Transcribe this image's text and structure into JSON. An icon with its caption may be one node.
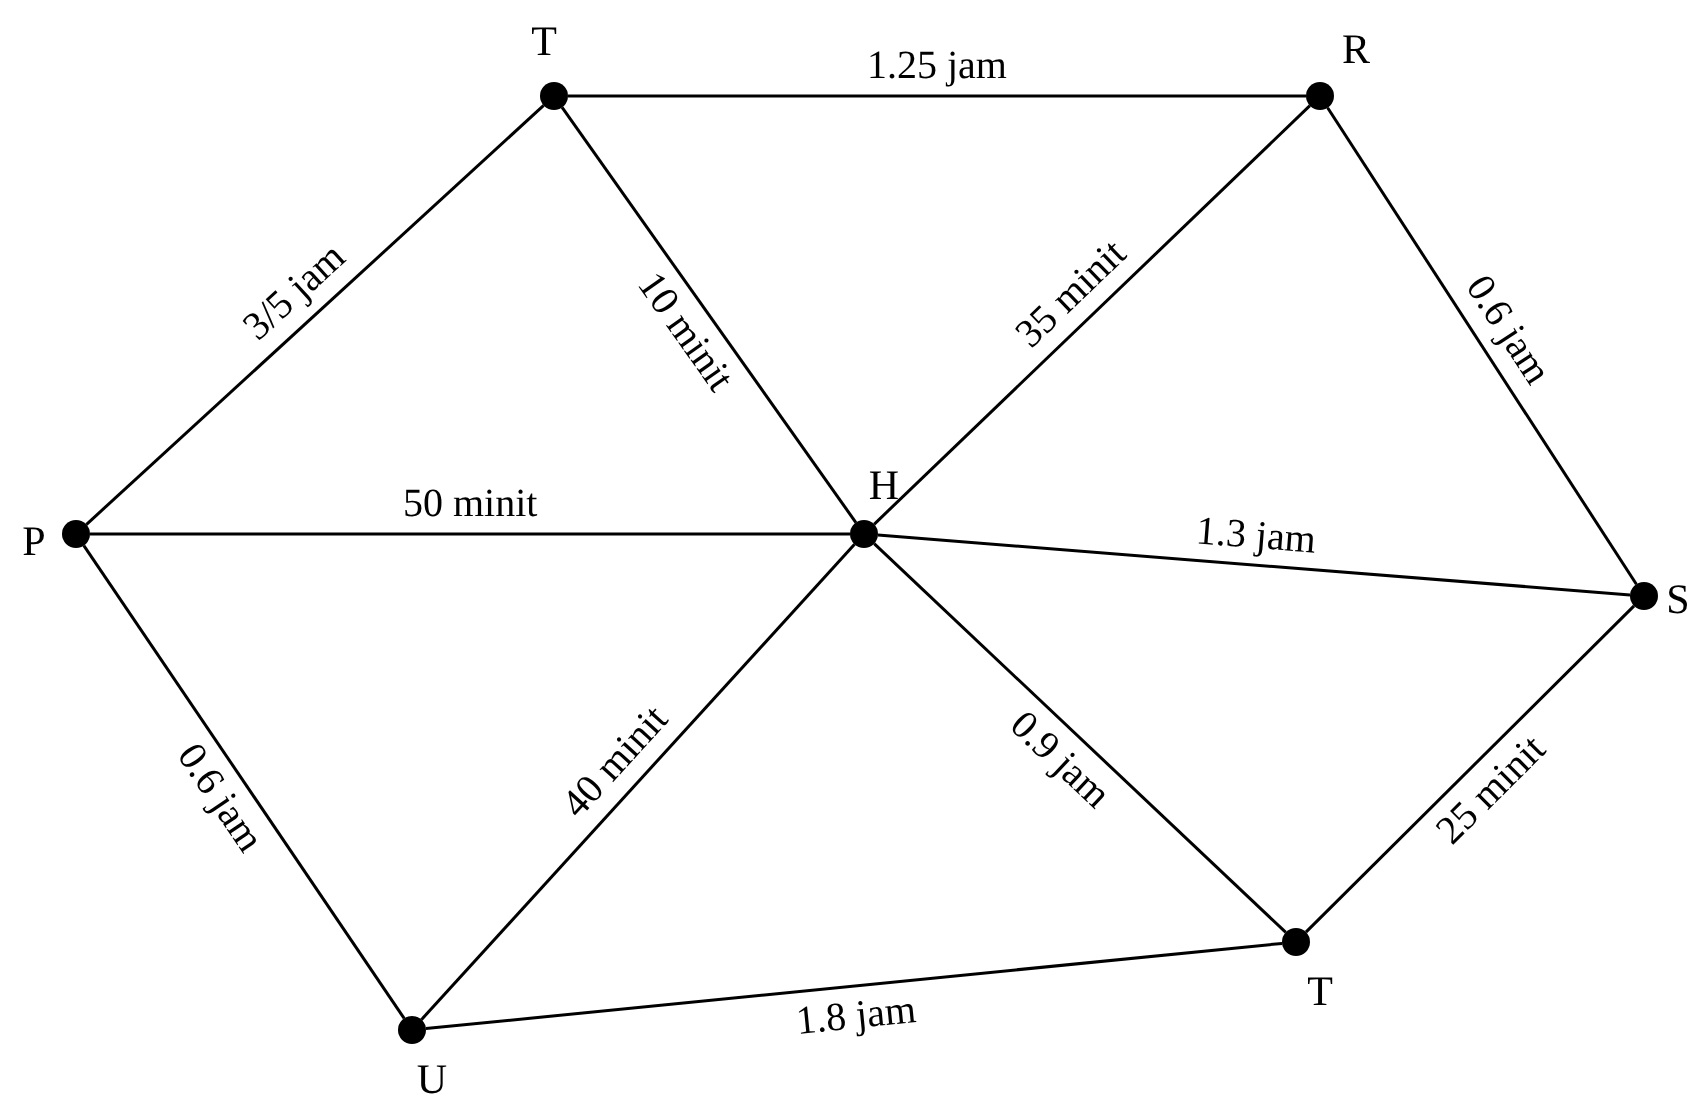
{
  "diagram": {
    "nodes": [
      {
        "text": [
          "T"
        ]
      },
      {
        "text": [
          "R"
        ]
      },
      {
        "text": [
          "P"
        ]
      },
      {
        "text": [
          "H"
        ]
      },
      {
        "text": [
          "S"
        ]
      },
      {
        "text": [
          "U"
        ]
      },
      {
        "text": [
          "T"
        ]
      }
    ],
    "edges": [
      {
        "from": 0,
        "to": 1,
        "arrow": "none",
        "label": "1.25 jam"
      },
      {
        "from": 2,
        "to": 0,
        "arrow": "none",
        "label": "3/5 jam"
      },
      {
        "from": 0,
        "to": 3,
        "arrow": "none",
        "label": "10 minit"
      },
      {
        "from": 3,
        "to": 1,
        "arrow": "none",
        "label": "35 minit"
      },
      {
        "from": 1,
        "to": 4,
        "arrow": "none",
        "label": "0.6 jam"
      },
      {
        "from": 2,
        "to": 3,
        "arrow": "none",
        "label": "50 minit"
      },
      {
        "from": 3,
        "to": 4,
        "arrow": "none",
        "label": "1.3 jam"
      },
      {
        "from": 2,
        "to": 5,
        "arrow": "none",
        "label": "0.6 jam"
      },
      {
        "from": 5,
        "to": 3,
        "arrow": "none",
        "label": "40 minit"
      },
      {
        "from": 3,
        "to": 6,
        "arrow": "none",
        "label": "0.9 jam"
      },
      {
        "from": 6,
        "to": 4,
        "arrow": "none",
        "label": "25 minit"
      },
      {
        "from": 5,
        "to": 6,
        "arrow": "none",
        "label": "1.8 jam"
      }
    ]
  }
}
